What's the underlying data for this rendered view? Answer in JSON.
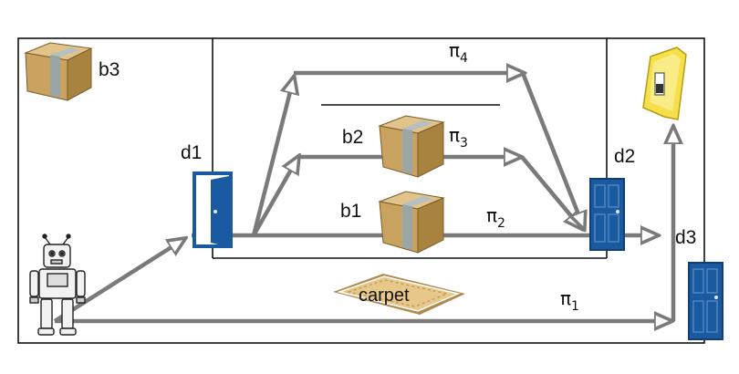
{
  "labels": {
    "b3": "b3",
    "b2": "b2",
    "b1": "b1",
    "d1": "d1",
    "d2": "d2",
    "d3": "d3",
    "carpet": "carpet"
  },
  "paths": {
    "pi1": {
      "symbol": "π",
      "index": "1"
    },
    "pi2": {
      "symbol": "π",
      "index": "2"
    },
    "pi3": {
      "symbol": "π",
      "index": "3"
    },
    "pi4": {
      "symbol": "π",
      "index": "4"
    }
  },
  "colors": {
    "wall": "#111111",
    "arrow": "#7a7a7a",
    "door": "#1a5aa0",
    "box": "#c9a25f",
    "tape": "#9aa6a6",
    "carpet": "#e8c88a",
    "light_switch": "#f5e04a"
  }
}
